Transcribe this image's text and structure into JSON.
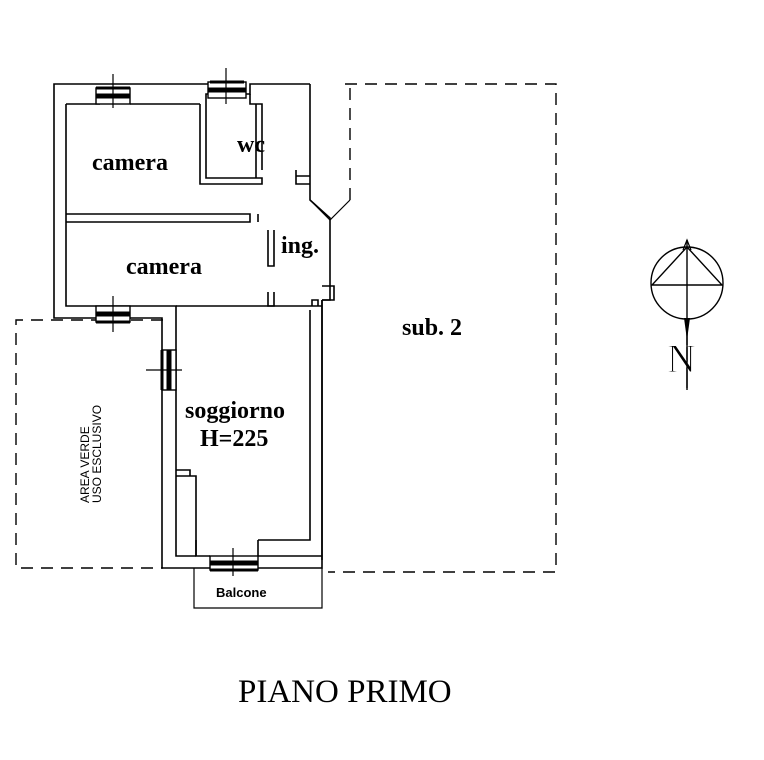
{
  "plan": {
    "title": "PIANO PRIMO",
    "rooms": {
      "camera_top": "camera",
      "wc": "wc",
      "camera_bottom": "camera",
      "ingresso": "ing.",
      "soggiorno": "soggiorno",
      "soggiorno_height": "H=225",
      "balcone": "Balcone",
      "sub": "sub. 2"
    },
    "area_verde": {
      "line1": "AREA VERDE",
      "line2": "USO ESCLUSIVO"
    },
    "north_symbol": "N"
  }
}
